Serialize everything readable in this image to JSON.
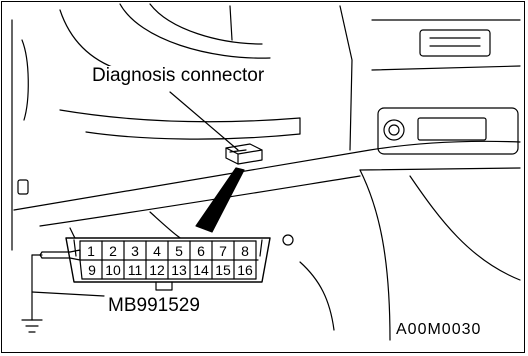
{
  "labels": {
    "diagnosis_connector": "Diagnosis connector",
    "tool_number": "MB991529",
    "figure_code": "A00M0030"
  },
  "connector": {
    "top_row": [
      "1",
      "2",
      "3",
      "4",
      "5",
      "6",
      "7",
      "8"
    ],
    "bottom_row": [
      "9",
      "10",
      "11",
      "12",
      "13",
      "14",
      "15",
      "16"
    ]
  },
  "colors": {
    "line": "#000000",
    "background": "#ffffff"
  }
}
